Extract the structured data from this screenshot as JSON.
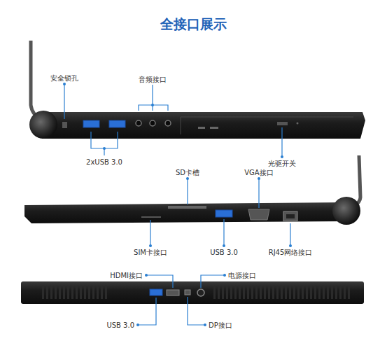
{
  "diagram": {
    "title": "全接口展示",
    "labels": [
      "安全锁孔",
      "音频接口",
      "2xUSB 3.0",
      "光驱开关",
      "SD卡槽",
      "VGA接口",
      "SIM卡接口",
      "USB 3.0",
      "RJ45网络接口",
      "HDMI接口",
      "电源接口",
      "USB 3.0",
      "DP接口"
    ]
  }
}
